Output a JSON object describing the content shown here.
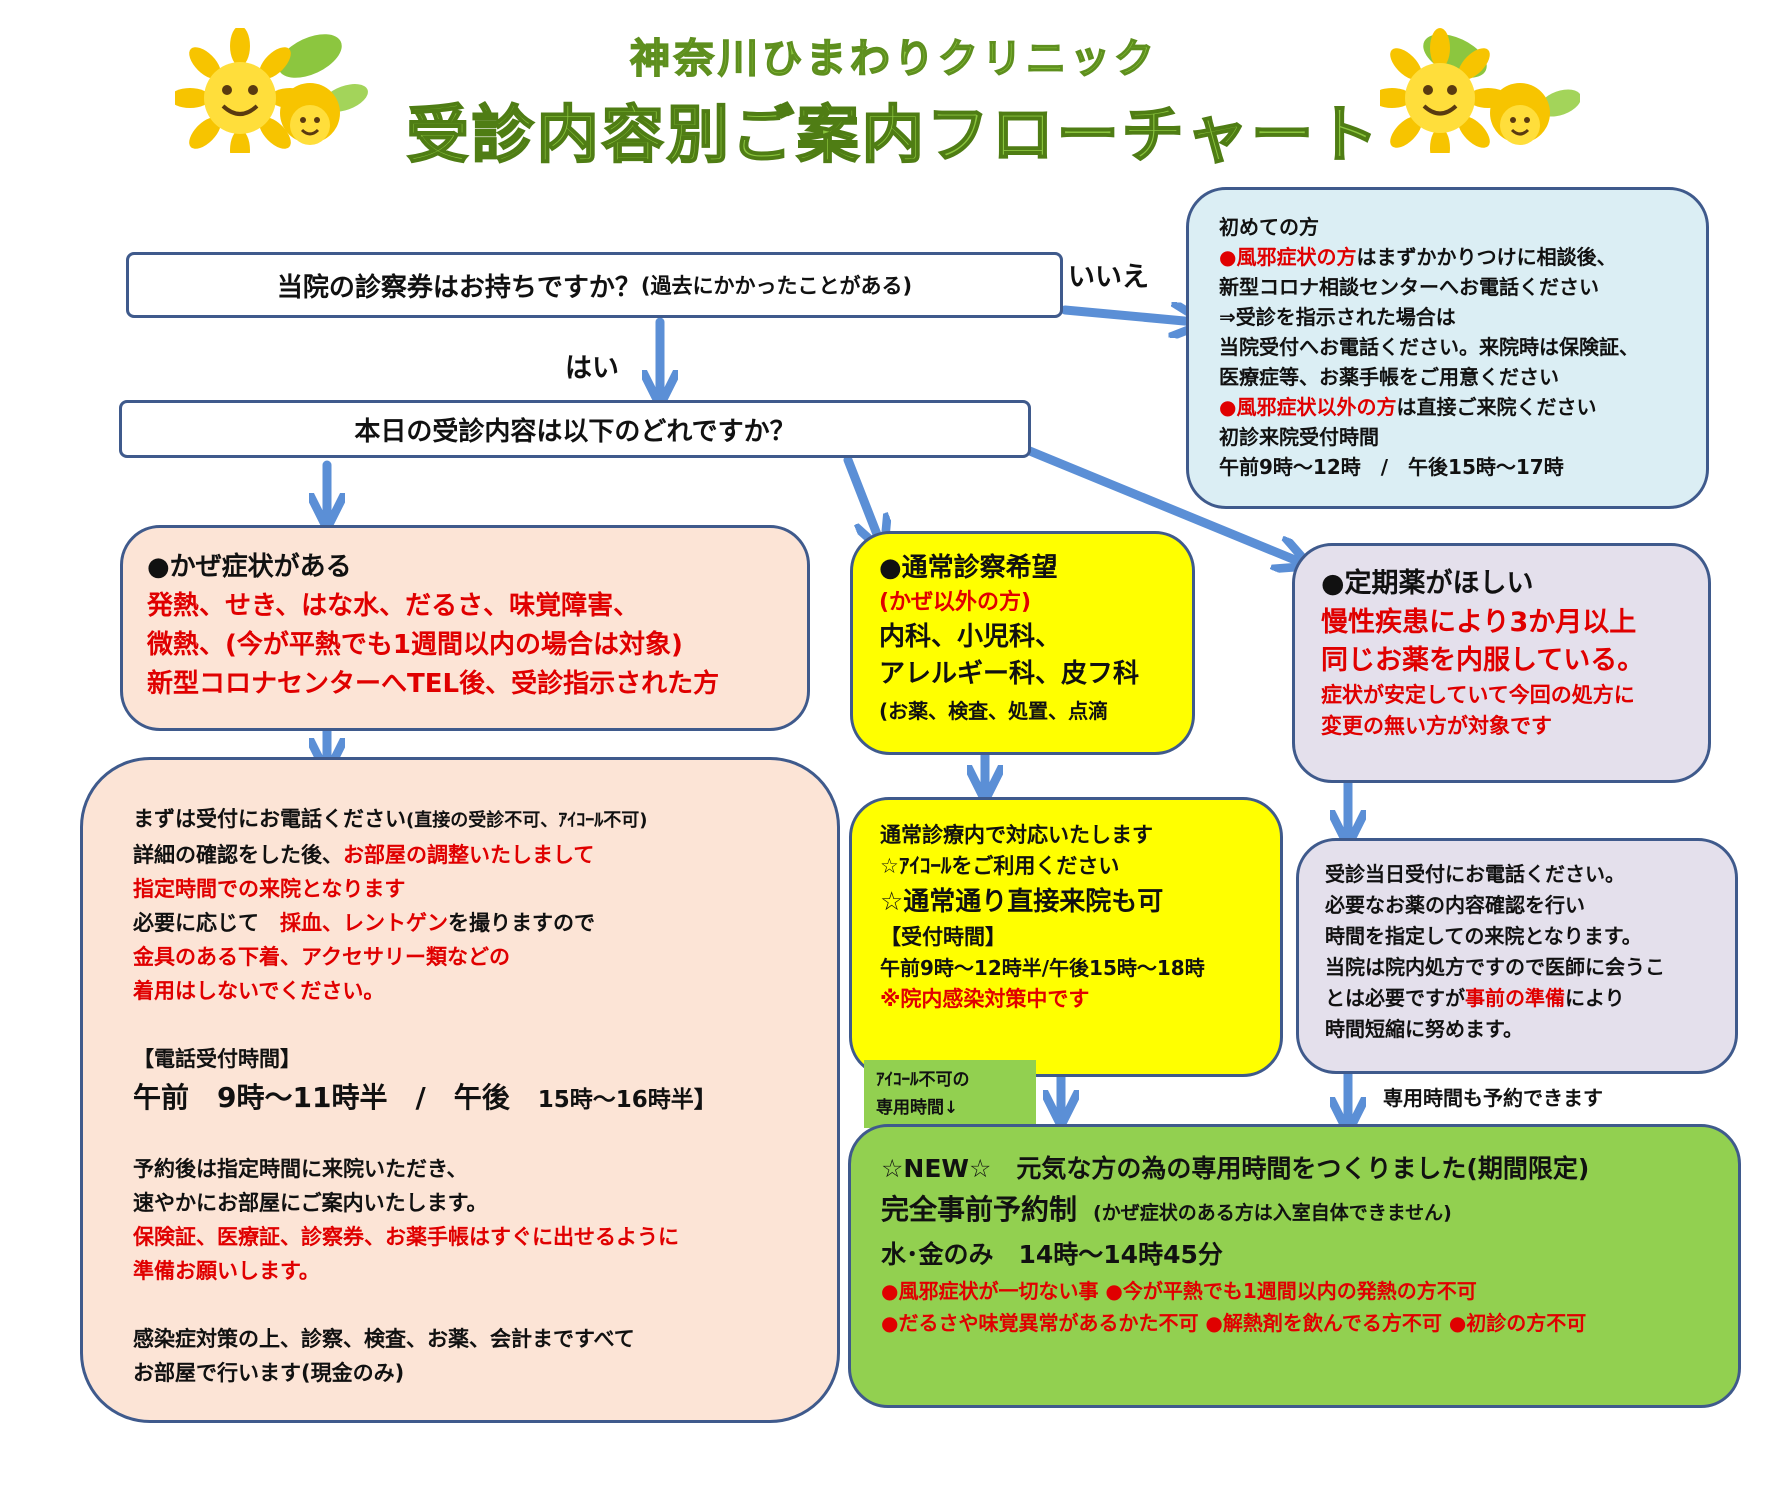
{
  "header": {
    "clinic_name": "神奈川ひまわりクリニック",
    "title": "受診内容別ご案内フローチャート"
  },
  "q1": {
    "text": "当院の診察券はお持ちですか？",
    "note": "(過去にかかったことがある)",
    "yes_label": "はい",
    "no_label": "いいえ"
  },
  "first_visit": {
    "l1": "初めての方",
    "l2a": "●風邪症状の方",
    "l2b": "はまずかかりつけに相談後、",
    "l3": "新型コロナ相談センターへお電話ください",
    "l4": "⇒受診を指示された場合は",
    "l5": "当院受付へお電話ください。来院時は保険証、",
    "l6": "医療症等、お薬手帳をご用意ください",
    "l7a": "●風邪症状以外の方",
    "l7b": "は直接ご来院ください",
    "l8": "初診来院受付時間",
    "l9": "午前9時～12時　/　午後15時～17時"
  },
  "q2": {
    "text": "本日の受診内容は以下のどれですか？"
  },
  "cold": {
    "heading": "●かぜ症状がある",
    "l1": "発熱、せき、はな水、だるさ、味覚障害、",
    "l2": "微熱、(今が平熱でも1週間以内の場合は対象)",
    "l3": "新型コロナセンターへTEL後、受診指示された方"
  },
  "normal": {
    "heading": "●通常診察希望",
    "sub": "(かぜ以外の方)",
    "l1": "内科、小児科、",
    "l2": "アレルギー科、皮フ科",
    "l3": "(お薬、検査、処置、点滴"
  },
  "regular": {
    "heading": "●定期薬がほしい",
    "l1": "慢性疾患により3か月以上",
    "l2": "同じお薬を内服している。",
    "l3": "症状が安定していて今回の処方に",
    "l4": "変更の無い方が対象です"
  },
  "cold_detail": {
    "l1a": "まずは受付にお電話ください",
    "l1b": "(直接の受診不可、ｱｲｺｰﾙ不可)",
    "l2a": "詳細の確認をした後、",
    "l2b": "お部屋の調整いたしまして",
    "l3": "指定時間での来院となります",
    "l4a": "必要に応じて　",
    "l4b": "採血、レントゲン",
    "l4c": "を撮りますので",
    "l5": "金具のある下着、アクセサリー類などの",
    "l6": "着用はしないでください。",
    "hours_label": "【電話受付時間】",
    "hours_am": "午前　9時～11時半",
    "hours_sep": "　/　",
    "hours_pm_label": "午後　",
    "hours_pm": "15時～16時半】",
    "l7": "予約後は指定時間に来院いただき、",
    "l8": "速やかにお部屋にご案内いたします。",
    "l9": "保険証、医療証、診察券、お薬手帳はすぐに出せるように",
    "l10": "準備お願いします。",
    "l11": "感染症対策の上、診察、検査、お薬、会計まですべて",
    "l12": "お部屋で行います(現金のみ)"
  },
  "normal_detail": {
    "l1": "通常診療内で対応いたします",
    "l2": "☆ｱｲｺｰﾙをご利用ください",
    "l3": "☆通常通り直接来院も可",
    "l4": "【受付時間】",
    "l5": "午前9時～12時半/午後15時～18時",
    "l6": "※院内感染対策中です"
  },
  "regular_detail": {
    "l1": "受診当日受付にお電話ください。",
    "l2": "必要なお薬の内容確認を行い",
    "l3": "時間を指定しての来院となります。",
    "l4": "当院は院内処方ですので医師に会うこ",
    "l5a": "とは必要ですが",
    "l5b": "事前の準備",
    "l5c": "により",
    "l6": "時間短縮に努めます。"
  },
  "tag_icall": {
    "l1": "ｱｲｺｰﾙ不可の",
    "l2": "専用時間↓"
  },
  "reserve_note": "専用時間も予約できます",
  "new_box": {
    "l1": "☆NEW☆　元気な方の為の専用時間をつくりました(期間限定)",
    "l2a": "完全事前予約制",
    "l2b": "(かぜ症状のある方は入室自体できません)",
    "l3": "水･金のみ　14時～14時45分",
    "l4": "●風邪症状が一切ない事 ●今が平熱でも1週間以内の発熱の方不可",
    "l5": "●だるさや味覚異常があるかた不可 ●解熱剤を飲んでる方不可 ●初診の方不可"
  },
  "colors": {
    "title_green": "#8cc63f",
    "border_blue": "#3f5a8c",
    "arrow_blue": "#5b8fd6",
    "red": "#e00000",
    "cold_bg": "#fce4d6",
    "normal_bg": "#ffff00",
    "regular_bg": "#e4e0ec",
    "first_bg": "#dbeef4",
    "new_bg": "#92d050"
  }
}
